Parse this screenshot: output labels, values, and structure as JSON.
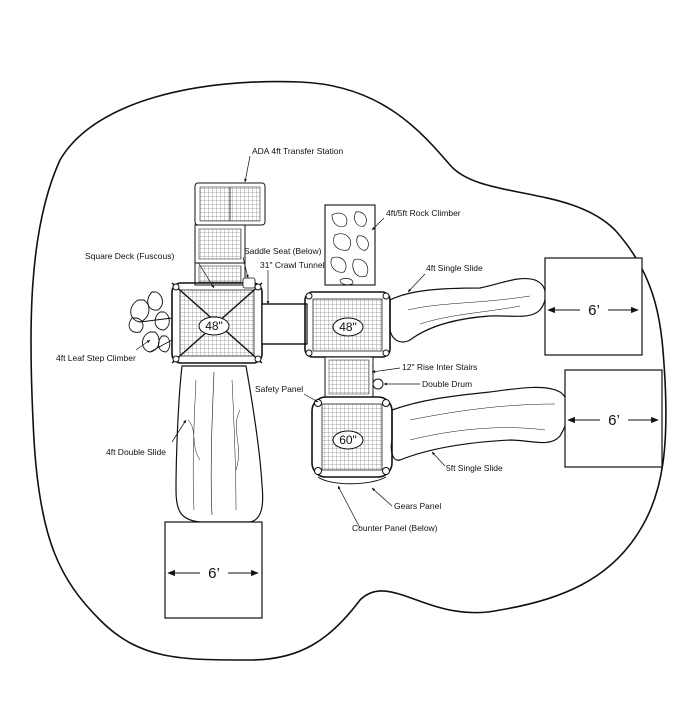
{
  "diagram": {
    "labels": {
      "ada_transfer": "ADA 4ft Transfer Station",
      "square_deck": "Square Deck (Fuscous)",
      "saddle_seat": "Saddle Seat (Below)",
      "crawl_tunnel": "31\" Crawl Tunnel",
      "rock_climber": "4ft/5ft Rock Climber",
      "single_slide_4": "4ft Single Slide",
      "leaf_climber": "4ft Leaf Step Climber",
      "rise_stairs": "12\" Rise Inter Stairs",
      "double_drum": "Double Drum",
      "safety_panel": "Safety Panel",
      "double_slide": "4ft Double Slide",
      "single_slide_5": "5ft Single Slide",
      "gears_panel": "Gears Panel",
      "counter_panel": "Counter Panel (Below)"
    },
    "decks": {
      "left": "48\"",
      "right": "48\"",
      "bottom": "60\""
    },
    "clearances": {
      "right_top": "6’",
      "right_bottom": "6’",
      "bottom": "6’"
    }
  }
}
